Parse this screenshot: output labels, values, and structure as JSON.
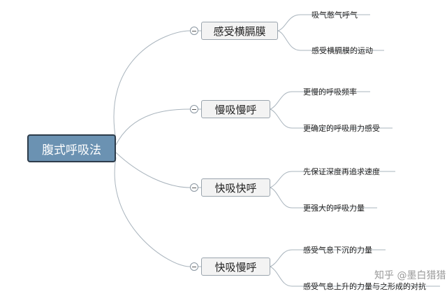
{
  "root": {
    "label": "腹式呼吸法"
  },
  "branches": [
    {
      "label": "感受横膈膜",
      "leaves": [
        "吸气憋气呼气",
        "感受横膈膜的运动"
      ]
    },
    {
      "label": "慢吸慢呼",
      "leaves": [
        "更慢的呼吸频率",
        "更确定的呼吸用力感受"
      ]
    },
    {
      "label": "快吸快呼",
      "leaves": [
        "先保证深度再追求速度",
        "更强大的呼吸力量"
      ]
    },
    {
      "label": "快吸慢呼",
      "leaves": [
        "感受气息下沉的力量",
        "感受气息上升的力量与之形成的对抗"
      ]
    }
  ],
  "watermark": "知乎 @墨白猎猎",
  "colors": {
    "root_fill": "#6b92b2",
    "root_border": "#2e3c4a",
    "line": "#a9b4bd"
  }
}
